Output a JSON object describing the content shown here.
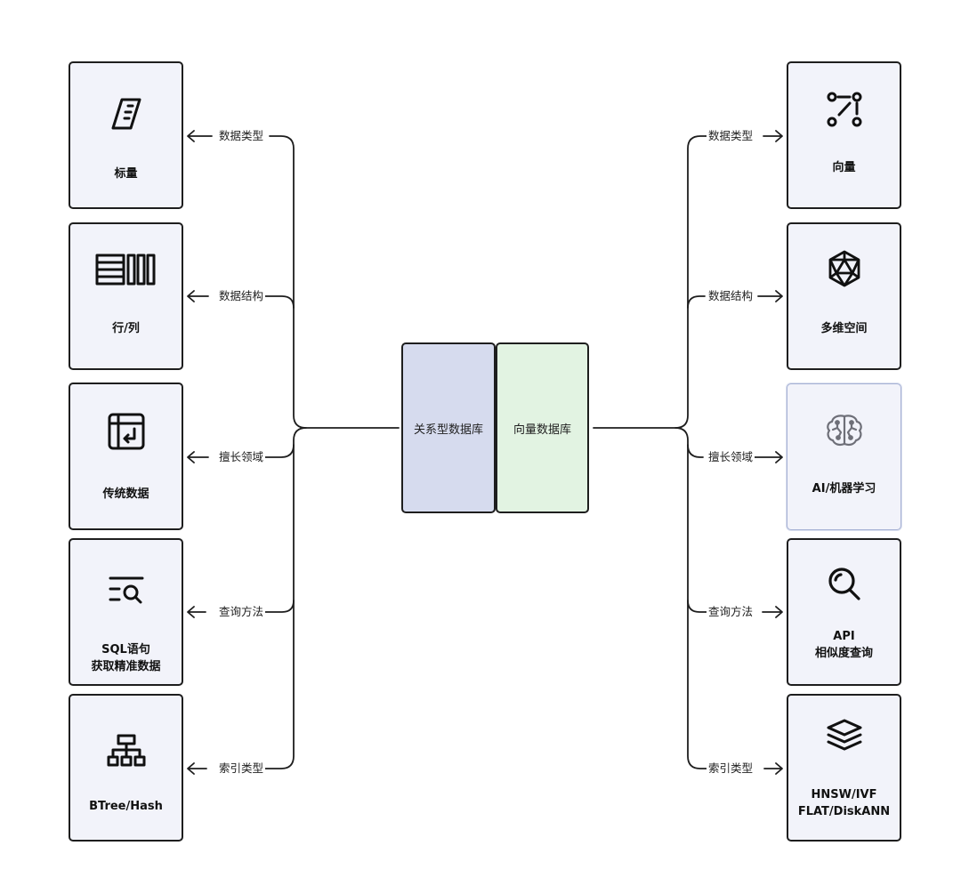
{
  "center": {
    "relational_db": "关系型数据库",
    "vector_db": "向量数据库"
  },
  "edge_labels": {
    "data_type": "数据类型",
    "data_structure": "数据结构",
    "expertise": "擅长领域",
    "query_method": "查询方法",
    "index_type": "索引类型"
  },
  "relational_cards": [
    {
      "line1": "标量",
      "line2": "",
      "icon": "scalar-ruler-icon"
    },
    {
      "line1": "行/列",
      "line2": "",
      "icon": "rows-columns-icon"
    },
    {
      "line1": "传统数据",
      "line2": "",
      "icon": "table-return-icon"
    },
    {
      "line1": "SQL语句",
      "line2": "获取精准数据",
      "icon": "list-search-icon"
    },
    {
      "line1": "BTree/Hash",
      "line2": "",
      "icon": "tree-structure-icon"
    }
  ],
  "vector_cards": [
    {
      "line1": "向量",
      "line2": "",
      "icon": "vector-points-icon"
    },
    {
      "line1": "多维空间",
      "line2": "",
      "icon": "polyhedron-icon"
    },
    {
      "line1": "AI/机器学习",
      "line2": "",
      "icon": "ai-brain-icon"
    },
    {
      "line1": "API",
      "line2": "相似度查询",
      "icon": "search-icon"
    },
    {
      "line1": "HNSW/IVF",
      "line2": "FLAT/DiskANN",
      "icon": "layers-icon"
    }
  ],
  "colors": {
    "card_fill": "#f2f3fa",
    "relational_fill": "#d6dbee",
    "vector_fill": "#e2f3e2",
    "stroke": "#1e1e1e",
    "highlight_border": "#a6b1d4"
  }
}
